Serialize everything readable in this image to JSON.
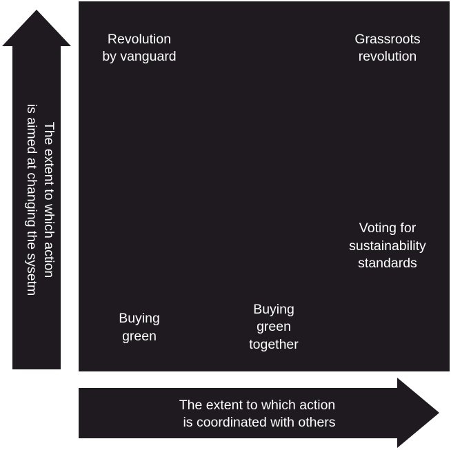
{
  "colors": {
    "fill": "#1e1a20",
    "text": "#ffffff",
    "background": "#ffffff"
  },
  "axes": {
    "vertical": {
      "lines": [
        "The extent to which action",
        "is aimed at changing the sysetm"
      ]
    },
    "horizontal": {
      "lines": [
        "The extent to which action",
        "is coordinated with others"
      ]
    }
  },
  "quadrants": {
    "revolution_by_vanguard": [
      "Revolution",
      "by vanguard"
    ],
    "grassroots_revolution": [
      "Grassroots",
      "revolution"
    ],
    "voting_for_standards": [
      "Voting for",
      "sustainability",
      "standards"
    ],
    "buying_green": [
      "Buying",
      "green"
    ],
    "buying_green_together": [
      "Buying",
      "green",
      "together"
    ]
  }
}
